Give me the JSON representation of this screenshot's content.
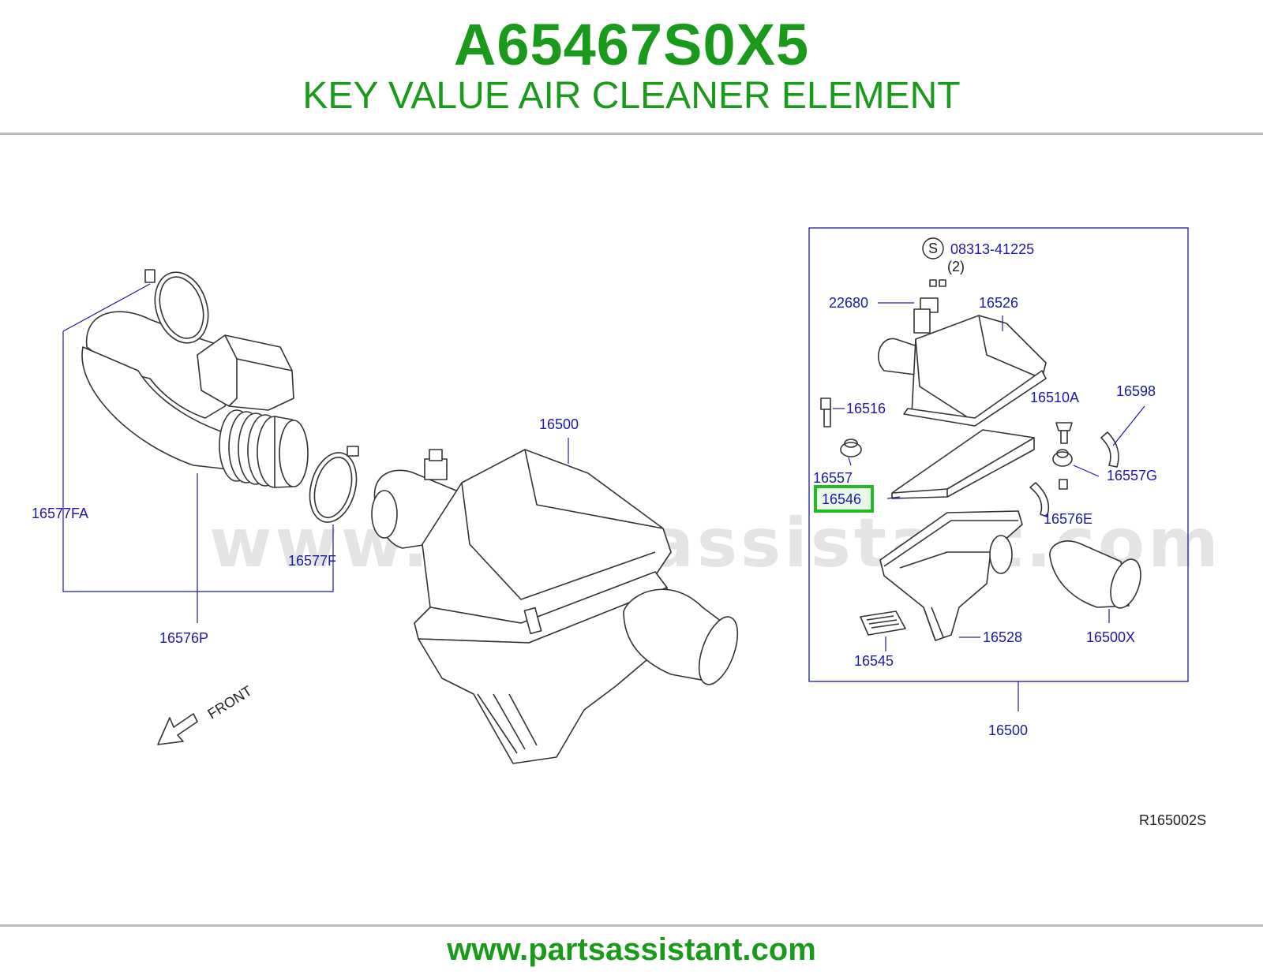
{
  "header": {
    "part_number": "A65467S0X5",
    "description": "KEY VALUE AIR CLEANER ELEMENT"
  },
  "footer": {
    "url": "www.partsassistant.com"
  },
  "watermark": "www.partsassistant.com",
  "diagram": {
    "code": "R165002S",
    "direction_label": "FRONT",
    "screw_symbol": "S",
    "screw_qty": "(2)",
    "highlight_color": "#22bb22",
    "callouts": {
      "c16577FA": "16577FA",
      "c16576P": "16576P",
      "c16577F": "16577F",
      "c16500_main": "16500",
      "c08313": "08313-41225",
      "c22680": "22680",
      "c16526": "16526",
      "c16516": "16516",
      "c16510A": "16510A",
      "c16598": "16598",
      "c16557": "16557",
      "c16557G": "16557G",
      "c16546": "16546",
      "c16576E": "16576E",
      "c16528": "16528",
      "c16500X": "16500X",
      "c16545": "16545",
      "c16500_box": "16500"
    }
  }
}
